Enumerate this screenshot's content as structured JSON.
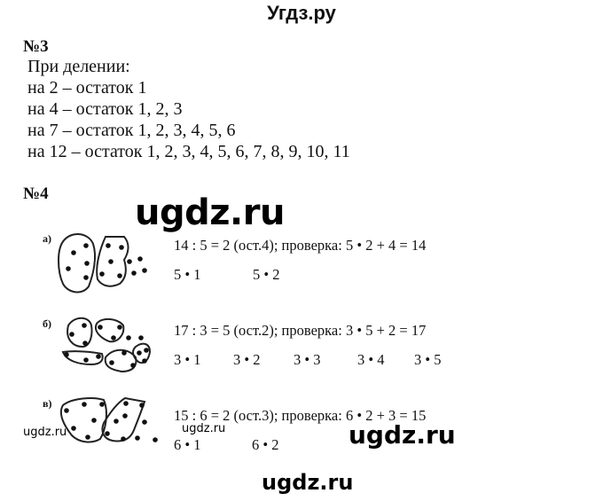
{
  "header": {
    "site_title": "Угдз.ру"
  },
  "task3": {
    "number": "№3",
    "lines": [
      "При делении:",
      "на 2 – остаток 1",
      "на 4 – остаток 1, 2, 3",
      "на 7 – остаток 1, 2, 3, 4, 5, 6",
      "на 12 – остаток 1, 2, 3, 4, 5, 6, 7, 8, 9, 10, 11"
    ]
  },
  "task4": {
    "number": "№4",
    "parts": [
      {
        "label": "а)",
        "equation": "14 : 5 = 2 (ост.4);  проверка: 5 • 2 + 4 = 14",
        "products": [
          "5 • 1",
          "5 • 2"
        ],
        "dots_total": 14,
        "group_size": 5,
        "groups": 2,
        "remainder": 4
      },
      {
        "label": "б)",
        "equation": "17 : 3 = 5 (ост.2); проверка: 3 • 5 + 2 = 17",
        "products": [
          "3 • 1",
          "3 • 2",
          "3 • 3",
          "3 • 4",
          "3 • 5"
        ],
        "dots_total": 17,
        "group_size": 3,
        "groups": 5,
        "remainder": 2
      },
      {
        "label": "в)",
        "equation": "15 : 6 = 2 (ост.3); проверка: 6 • 2 + 3 = 15",
        "products": [
          "6 • 1",
          "6 • 2"
        ],
        "dots_total": 15,
        "group_size": 6,
        "groups": 2,
        "remainder": 3
      }
    ]
  },
  "watermarks": {
    "top": "ugdz.ru",
    "left_small": "ugdz.ru",
    "middle_small": "ugdz.ru",
    "right_mid": "ugdz.ru",
    "bottom": "ugdz.ru"
  }
}
